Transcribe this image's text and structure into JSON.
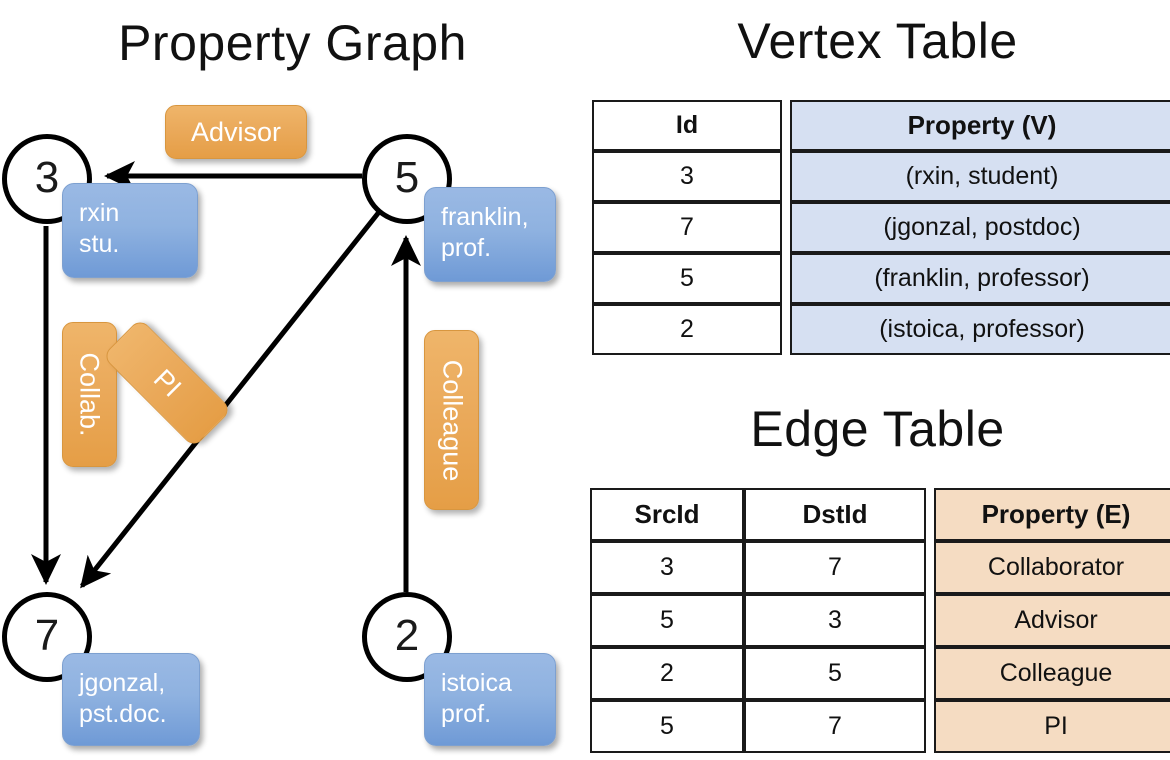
{
  "titles": {
    "graph": "Property Graph",
    "vertex_table": "Vertex Table",
    "edge_table": "Edge Table"
  },
  "colors": {
    "vertex_prop_fill": "#d6e0f2",
    "edge_prop_fill": "#f5dcc2",
    "node_box_fill": "#8fb2e0",
    "edge_label_fill": "#eaa95a",
    "stroke": "#1a1a1a"
  },
  "graph": {
    "vertices": [
      {
        "id": "3",
        "name": "vertex-3",
        "property_lines": [
          "rxin",
          "stu."
        ]
      },
      {
        "id": "5",
        "name": "vertex-5",
        "property_lines": [
          "franklin,",
          "prof."
        ]
      },
      {
        "id": "7",
        "name": "vertex-7",
        "property_lines": [
          "jgonzal,",
          "pst.doc."
        ]
      },
      {
        "id": "2",
        "name": "vertex-2",
        "property_lines": [
          "istoica",
          "prof."
        ]
      }
    ],
    "vertex_boxes": {
      "rxin": "rxin\nstu.",
      "rxin_l1": "rxin",
      "rxin_l2": "stu.",
      "franklin_l1": "franklin,",
      "franklin_l2": "prof.",
      "jgonzal_l1": "jgonzal,",
      "jgonzal_l2": "pst.doc.",
      "istoica_l1": "istoica",
      "istoica_l2": "prof."
    },
    "edge_labels": {
      "advisor": "Advisor",
      "collab": "Collab.",
      "pi": "PI",
      "colleague": "Colleague"
    },
    "edges": [
      {
        "src": "5",
        "dst": "3",
        "label": "Advisor"
      },
      {
        "src": "3",
        "dst": "7",
        "label": "Collab."
      },
      {
        "src": "5",
        "dst": "7",
        "label": "PI"
      },
      {
        "src": "2",
        "dst": "5",
        "label": "Colleague"
      }
    ]
  },
  "vertex_table": {
    "headers": [
      "Id",
      "Property (V)"
    ],
    "rows": [
      {
        "id": "3",
        "property": "(rxin, student)"
      },
      {
        "id": "7",
        "property": "(jgonzal, postdoc)"
      },
      {
        "id": "5",
        "property": "(franklin, professor)"
      },
      {
        "id": "2",
        "property": "(istoica, professor)"
      }
    ]
  },
  "edge_table": {
    "headers": [
      "SrcId",
      "DstId",
      "Property (E)"
    ],
    "rows": [
      {
        "src": "3",
        "dst": "7",
        "property": "Collaborator"
      },
      {
        "src": "5",
        "dst": "3",
        "property": "Advisor"
      },
      {
        "src": "2",
        "dst": "5",
        "property": "Colleague"
      },
      {
        "src": "5",
        "dst": "7",
        "property": "PI"
      }
    ]
  }
}
